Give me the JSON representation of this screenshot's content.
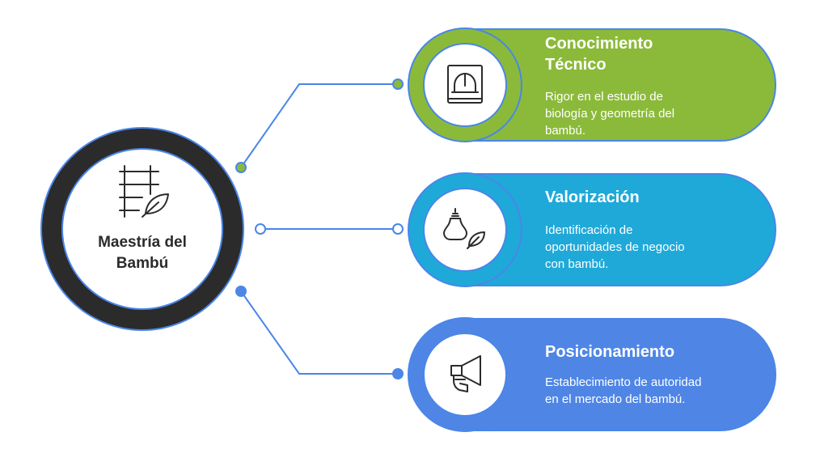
{
  "center": {
    "label_line1": "Maestría del",
    "label_line2": "Bambú",
    "icon": "bamboo-scaffold-leaf-icon"
  },
  "colors": {
    "ring": "#2b2b2b",
    "outline": "#4a86e8",
    "green": "#8bba3a",
    "cyan": "#1fa9d9",
    "blue": "#4f86e6"
  },
  "items": [
    {
      "title_line1": "Conocimiento",
      "title_line2": "Técnico",
      "desc_line1": "Rigor en el estudio de",
      "desc_line2": "biología y geometría del",
      "desc_line3": "bambú.",
      "icon": "book-helmet-icon",
      "color": "#8bba3a"
    },
    {
      "title_line1": "Valorización",
      "desc_line1": "Identificación de",
      "desc_line2": "oportunidades de negocio",
      "desc_line3": "con bambú.",
      "icon": "lightbulb-leaf-icon",
      "color": "#1fa9d9"
    },
    {
      "title_line1": "Posicionamiento",
      "desc_line1": "Establecimiento de autoridad",
      "desc_line2": "en el mercado del bambú.",
      "icon": "megaphone-hand-icon",
      "color": "#4f86e6"
    }
  ]
}
